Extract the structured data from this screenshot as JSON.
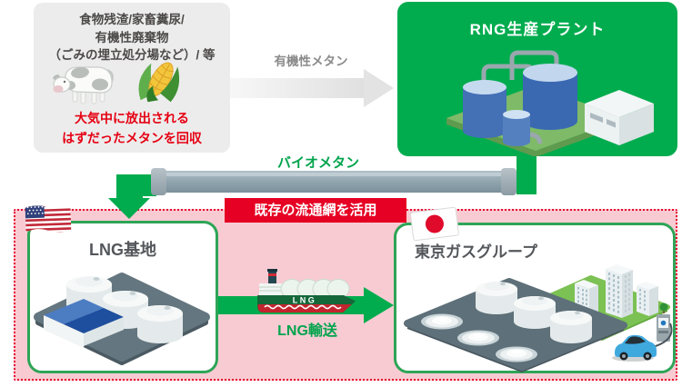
{
  "palette": {
    "brand_green": "#00AC4E",
    "box_border_green": "#2EA557",
    "label_green": "#00A44C",
    "pink_zone": "#F8CBD3",
    "banner_red": "#E60023",
    "alert_red_text": "#E60012",
    "source_box_gray": "#ECECEC",
    "dark_text": "#4C4948",
    "muted_text": "#8A8A8A",
    "pipe_gray": "#8EA2AC"
  },
  "source_box": {
    "lines": [
      "食物残渣/家畜糞尿/",
      "有機性廃棄物",
      "（ごみの埋立処分場など）/ 等"
    ],
    "note_lines": [
      "大気中に放出される",
      "はずだったメタンを回収"
    ],
    "icons": [
      "cow-icon",
      "corn-icon"
    ]
  },
  "organic_methane_flow": {
    "label": "有機性メタン",
    "icon": "gray-right-arrow"
  },
  "rng_plant": {
    "title": "RNG生産プラント",
    "icon": "plant-tanks-illustration"
  },
  "biomethane_pipeline": {
    "label": "バイオメタン",
    "icons": [
      "pipeline-pipe",
      "green-down-arrow"
    ]
  },
  "existing_network": {
    "banner": "既存の流通網を活用"
  },
  "lng_terminal": {
    "title": "LNG基地",
    "flag": "us-flag-icon",
    "icon": "lng-terminal-illustration"
  },
  "lng_shipping": {
    "label": "LNG輸送",
    "ship_hull_text": "LNG",
    "icons": [
      "lng-ship-icon",
      "green-right-arrow"
    ]
  },
  "tokyo_gas": {
    "title": "東京ガスグループ",
    "flag": "japan-flag-icon",
    "icon": "city-plant-illustration"
  }
}
